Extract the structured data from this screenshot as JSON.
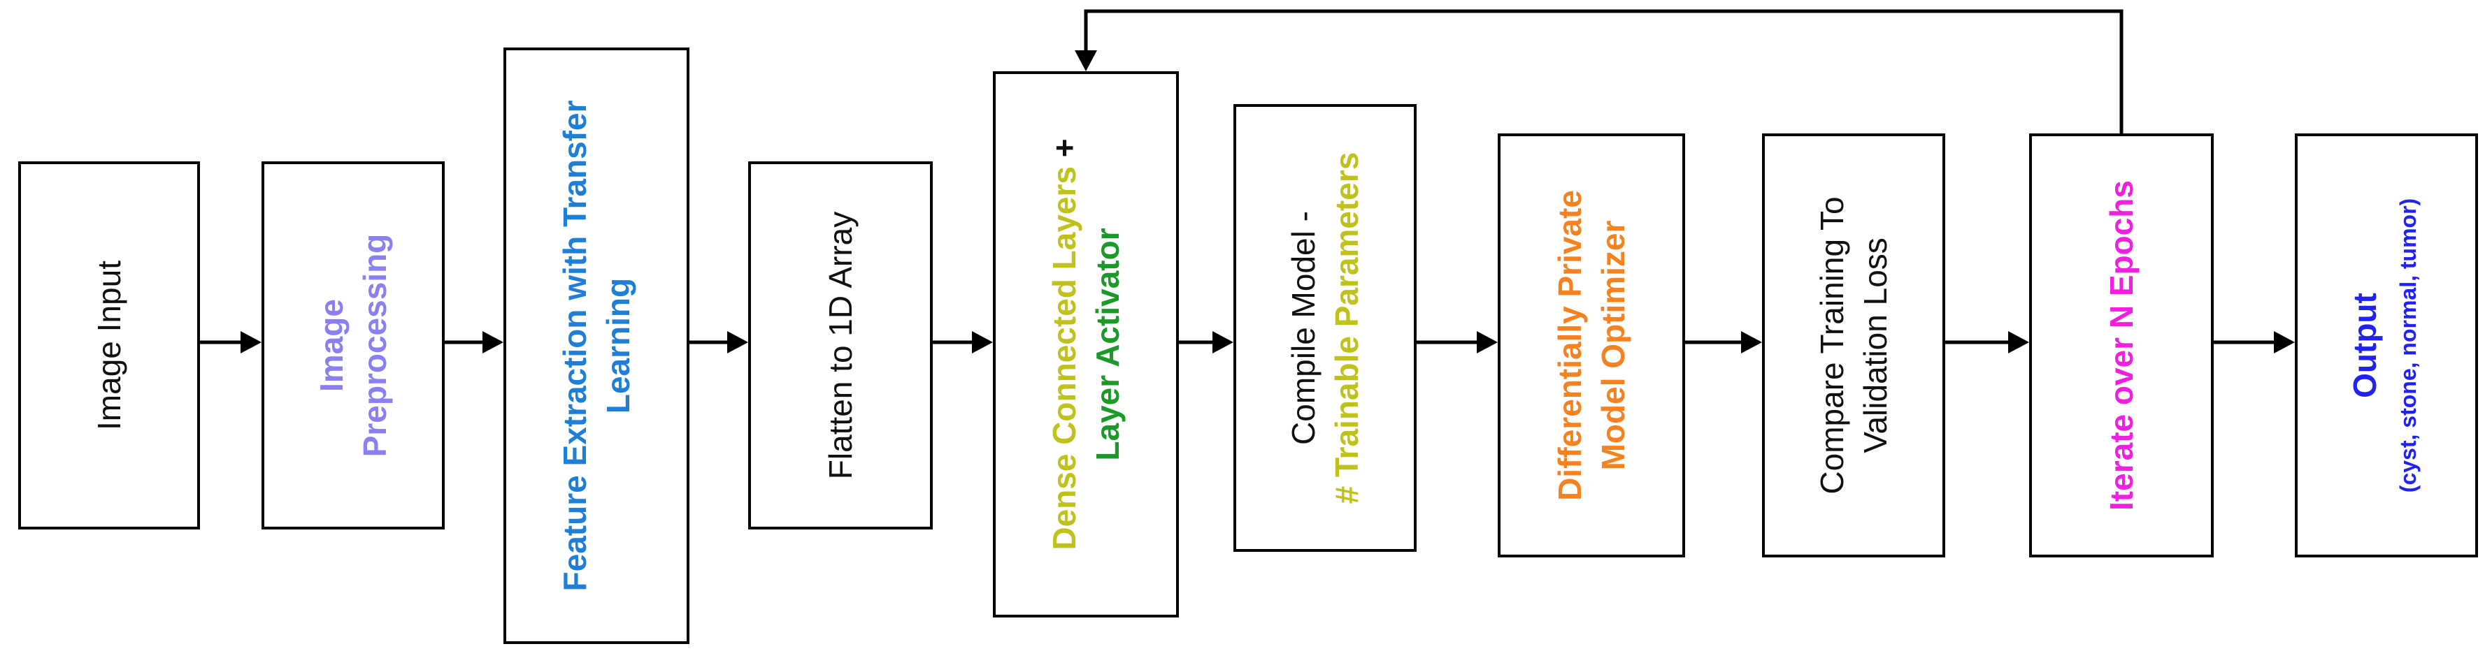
{
  "colors": {
    "box_border": "#000000",
    "arrow": "#000000",
    "black_text": "#111111",
    "lavender": "#8a80f0",
    "blue": "#1f7fd6",
    "olive": "#bfc21a",
    "green": "#1b9a2a",
    "orange": "#f58220",
    "magenta": "#f020e0",
    "royal_blue": "#2222f0"
  },
  "steps": [
    {
      "id": "image-input",
      "lines": [
        [
          {
            "t": "Image Input",
            "c": "#111111",
            "b": false
          }
        ]
      ]
    },
    {
      "id": "image-preprocessing",
      "lines": [
        [
          {
            "t": "Image",
            "c": "#8a80f0",
            "b": true
          }
        ],
        [
          {
            "t": "Preprocessing",
            "c": "#8a80f0",
            "b": true
          }
        ]
      ]
    },
    {
      "id": "feature-extraction",
      "lines": [
        [
          {
            "t": "Feature Extraction with Transfer",
            "c": "#1f7fd6",
            "b": true
          }
        ],
        [
          {
            "t": "Learning",
            "c": "#1f7fd6",
            "b": true
          }
        ]
      ]
    },
    {
      "id": "flatten",
      "lines": [
        [
          {
            "t": "Flatten to 1D Array",
            "c": "#111111",
            "b": false
          }
        ]
      ]
    },
    {
      "id": "dense-layers",
      "lines": [
        [
          {
            "t": "Dense Connected Layers",
            "c": "#bfc21a",
            "b": true
          },
          {
            "t": " +",
            "c": "#111111",
            "b": true
          }
        ],
        [
          {
            "t": "Layer Activator",
            "c": "#1b9a2a",
            "b": true
          }
        ]
      ]
    },
    {
      "id": "compile-model",
      "lines": [
        [
          {
            "t": "Compile Model -",
            "c": "#111111",
            "b": false
          }
        ],
        [
          {
            "t": "# Trainable Parameters",
            "c": "#bfc21a",
            "b": true
          }
        ]
      ]
    },
    {
      "id": "dp-optimizer",
      "lines": [
        [
          {
            "t": "Differentially Private",
            "c": "#f58220",
            "b": true
          }
        ],
        [
          {
            "t": "Model Optimizer",
            "c": "#f58220",
            "b": true
          }
        ]
      ]
    },
    {
      "id": "compare-loss",
      "lines": [
        [
          {
            "t": "Compare Training To",
            "c": "#111111",
            "b": false
          }
        ],
        [
          {
            "t": "Validation Loss",
            "c": "#111111",
            "b": false
          }
        ]
      ]
    },
    {
      "id": "iterate-epochs",
      "lines": [
        [
          {
            "t": "Iterate over N Epochs",
            "c": "#f020e0",
            "b": true
          }
        ]
      ]
    },
    {
      "id": "output",
      "lines": [
        [
          {
            "t": "Output",
            "c": "#2222f0",
            "b": true
          }
        ],
        [
          {
            "t": "(cyst, stone, normal, tumor)",
            "c": "#2222f0",
            "b": true,
            "small": true
          }
        ]
      ]
    }
  ]
}
